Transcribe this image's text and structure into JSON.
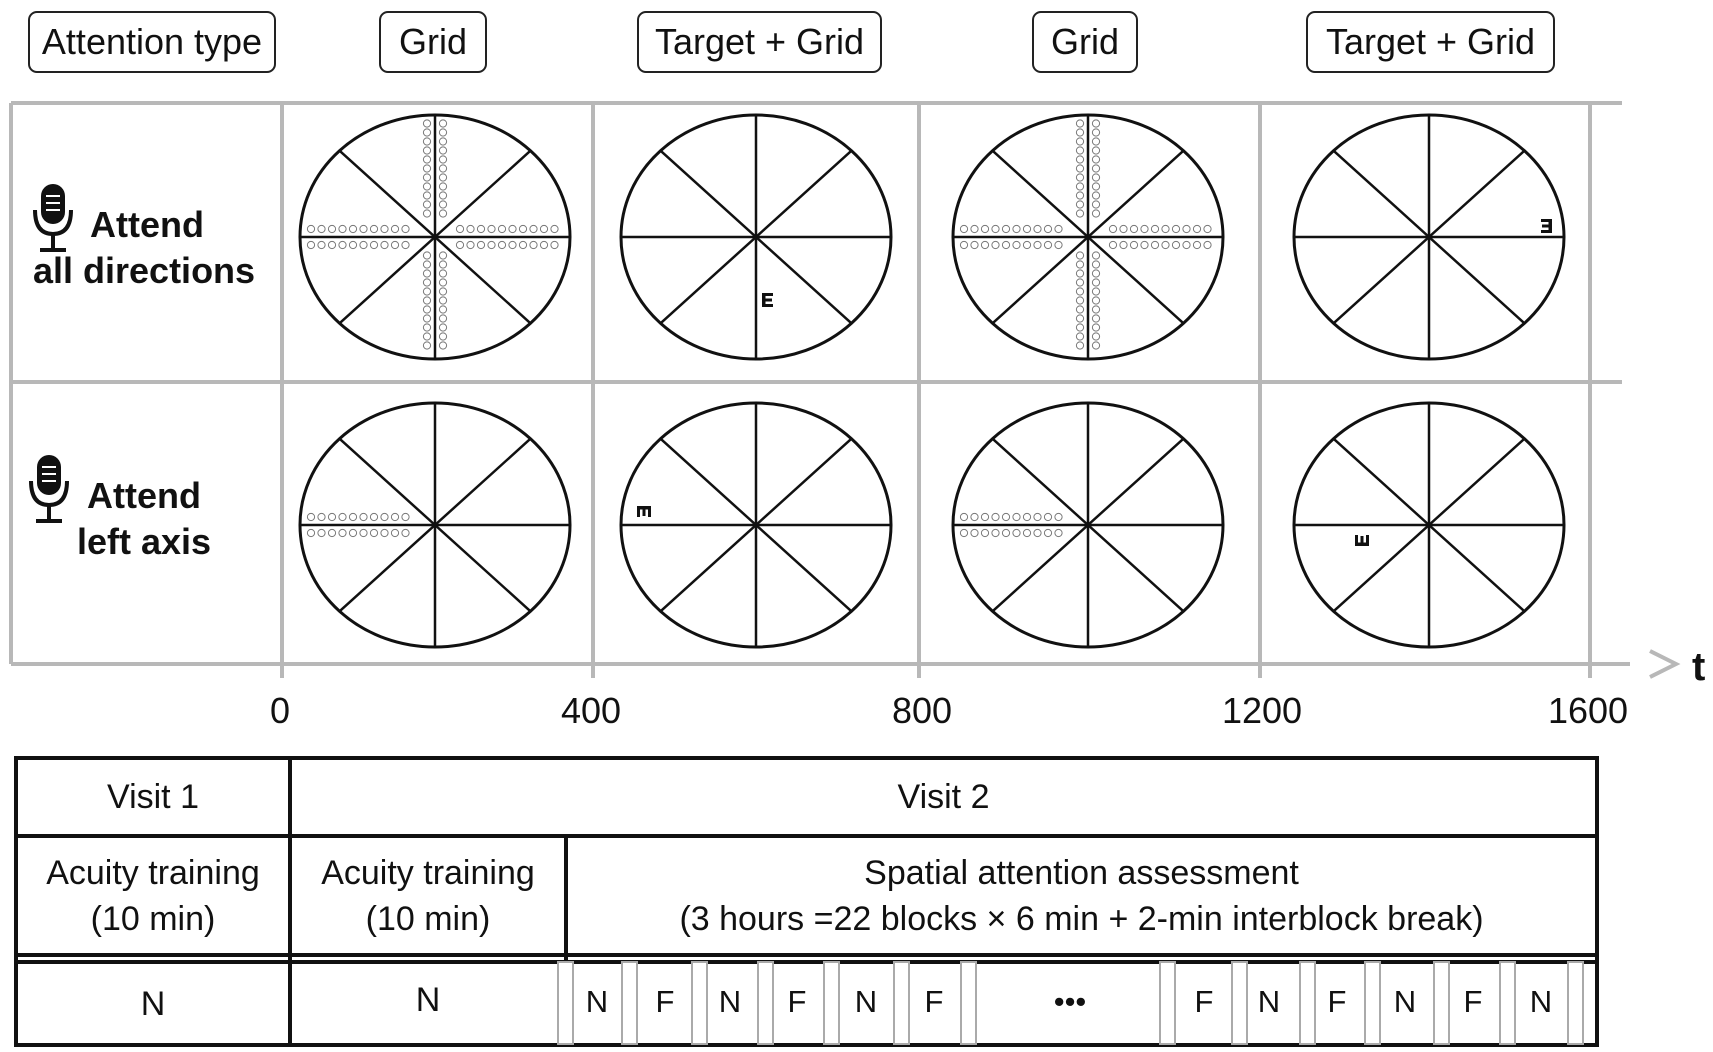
{
  "headers": {
    "attention_type": "Attention type",
    "col1": "Grid",
    "col2": "Target + Grid",
    "col3": "Grid",
    "col4": "Target + Grid"
  },
  "rows": {
    "row1_line1": "Attend",
    "row1_line2": "all directions",
    "row2_line1": "Attend",
    "row2_line2": "left axis"
  },
  "icons": {
    "microphone": "microphone-icon"
  },
  "time_axis": {
    "label": "t",
    "ticks": [
      "0",
      "400",
      "800",
      "1200",
      "1600"
    ]
  },
  "schedule": {
    "visit1": "Visit 1",
    "visit2": "Visit 2",
    "acuity1_line1": "Acuity training",
    "acuity1_line2": "(10 min)",
    "acuity2_line1": "Acuity training",
    "acuity2_line2": "(10 min)",
    "spatial_line1": "Spatial attention assessment",
    "spatial_line2": "(3 hours =22 blocks × 6 min + 2-min interblock break)",
    "n1": "N",
    "n2": "N",
    "sequence": [
      "N",
      "F",
      "N",
      "F",
      "N",
      "F",
      "•••",
      "F",
      "N",
      "F",
      "N",
      "F",
      "N"
    ]
  },
  "colors": {
    "grid_gray": "#b8b8b8",
    "line": "#111111"
  }
}
